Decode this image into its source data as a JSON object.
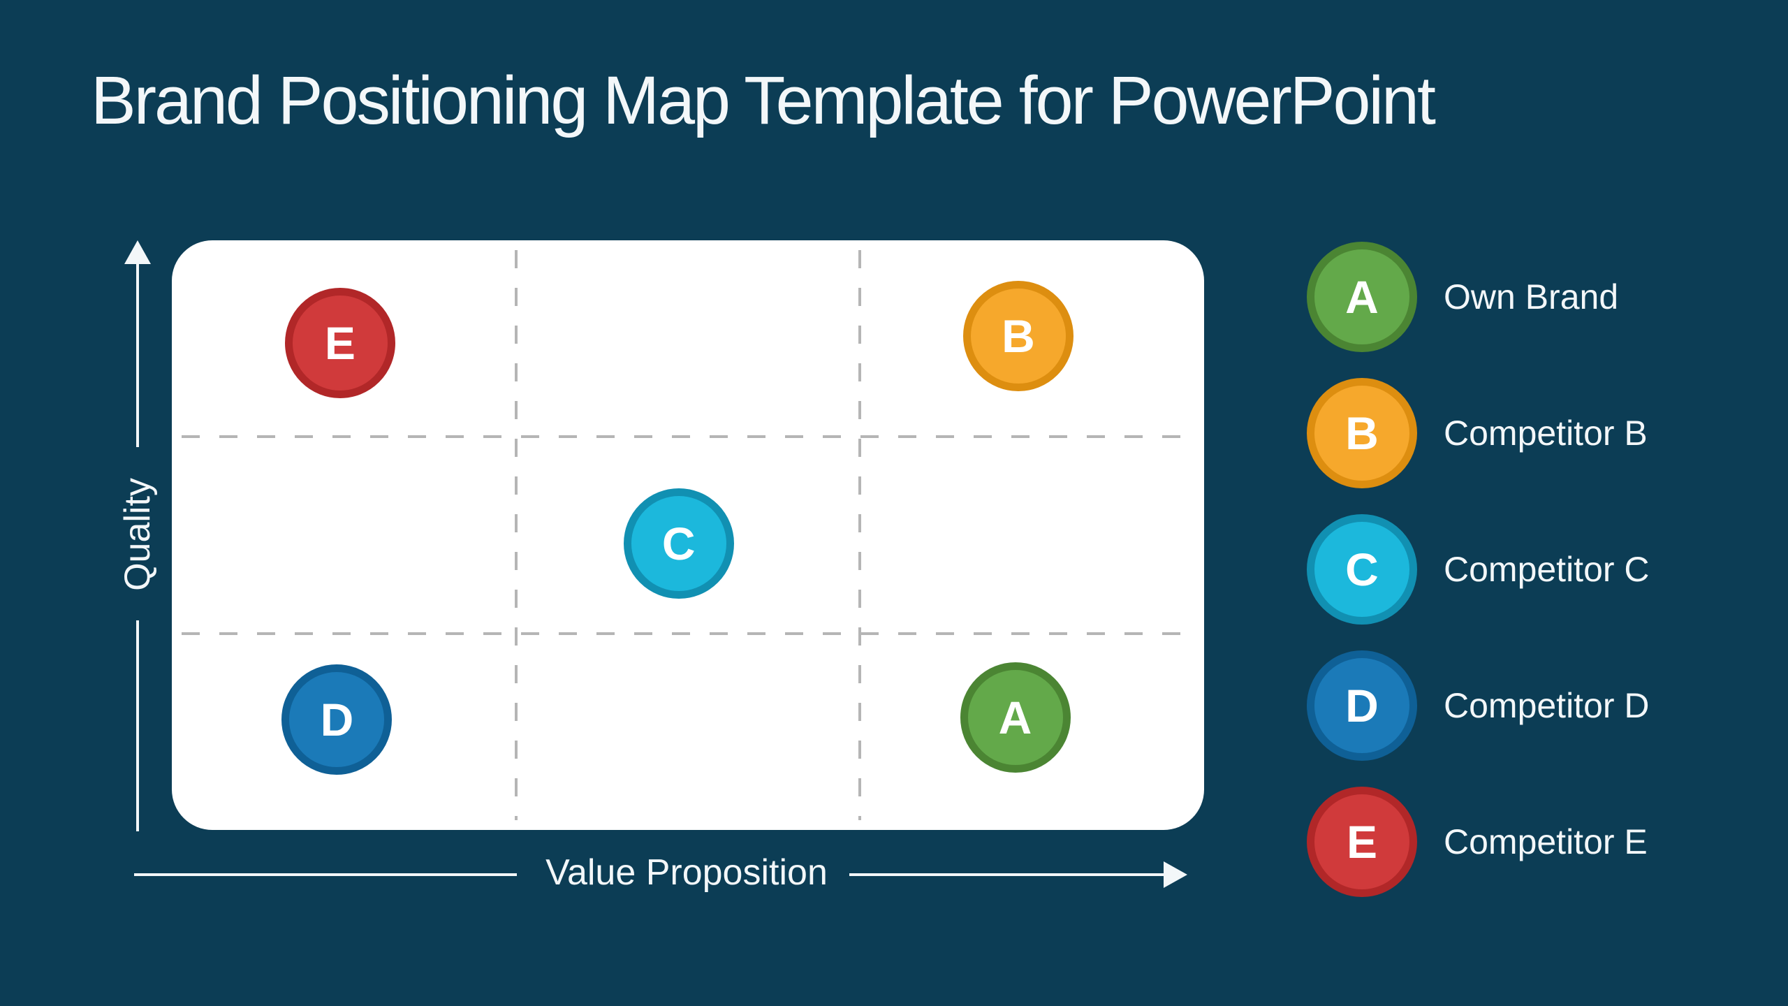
{
  "theme": {
    "background": "#0c3d55",
    "panel": "#ffffff",
    "grid-dash": "#b5b5b5",
    "text": "#f3f7f9"
  },
  "title": "Brand Positioning Map Template for PowerPoint",
  "chart": {
    "x_axis_label": "Value Proposition",
    "y_axis_label": "Quality",
    "points": [
      {
        "letter": "E",
        "x_pct": 16.3,
        "y_pct": 17.4,
        "fill": "#d03a3b",
        "border": "#b12728"
      },
      {
        "letter": "B",
        "x_pct": 82.0,
        "y_pct": 16.2,
        "fill": "#f6a82c",
        "border": "#dd8e10"
      },
      {
        "letter": "C",
        "x_pct": 49.1,
        "y_pct": 51.4,
        "fill": "#1cb8dc",
        "border": "#1190b2"
      },
      {
        "letter": "D",
        "x_pct": 16.0,
        "y_pct": 81.3,
        "fill": "#1b7ab8",
        "border": "#0f6096"
      },
      {
        "letter": "A",
        "x_pct": 81.7,
        "y_pct": 80.9,
        "fill": "#63a94a",
        "border": "#4b8533"
      }
    ]
  },
  "legend": {
    "items": [
      {
        "letter": "A",
        "label": "Own Brand",
        "fill": "#63a94a",
        "border": "#4b8533"
      },
      {
        "letter": "B",
        "label": "Competitor B",
        "fill": "#f6a82c",
        "border": "#dd8e10"
      },
      {
        "letter": "C",
        "label": "Competitor C",
        "fill": "#1cb8dc",
        "border": "#1190b2"
      },
      {
        "letter": "D",
        "label": "Competitor D",
        "fill": "#1b7ab8",
        "border": "#0f6096"
      },
      {
        "letter": "E",
        "label": "Competitor E",
        "fill": "#d03a3b",
        "border": "#b12728"
      }
    ]
  },
  "chart_data": {
    "type": "scatter",
    "title": "Brand Positioning Map Template for PowerPoint",
    "xlabel": "Value Proposition",
    "ylabel": "Quality",
    "x_range": [
      0,
      100
    ],
    "y_range": [
      0,
      100
    ],
    "grid": "3x3 dashed thirds",
    "legend_position": "right",
    "points": [
      {
        "label": "A",
        "name": "Own Brand",
        "x": 82,
        "y": 19
      },
      {
        "label": "B",
        "name": "Competitor B",
        "x": 82,
        "y": 84
      },
      {
        "label": "C",
        "name": "Competitor C",
        "x": 49,
        "y": 49
      },
      {
        "label": "D",
        "name": "Competitor D",
        "x": 16,
        "y": 19
      },
      {
        "label": "E",
        "name": "Competitor E",
        "x": 16,
        "y": 83
      }
    ]
  }
}
